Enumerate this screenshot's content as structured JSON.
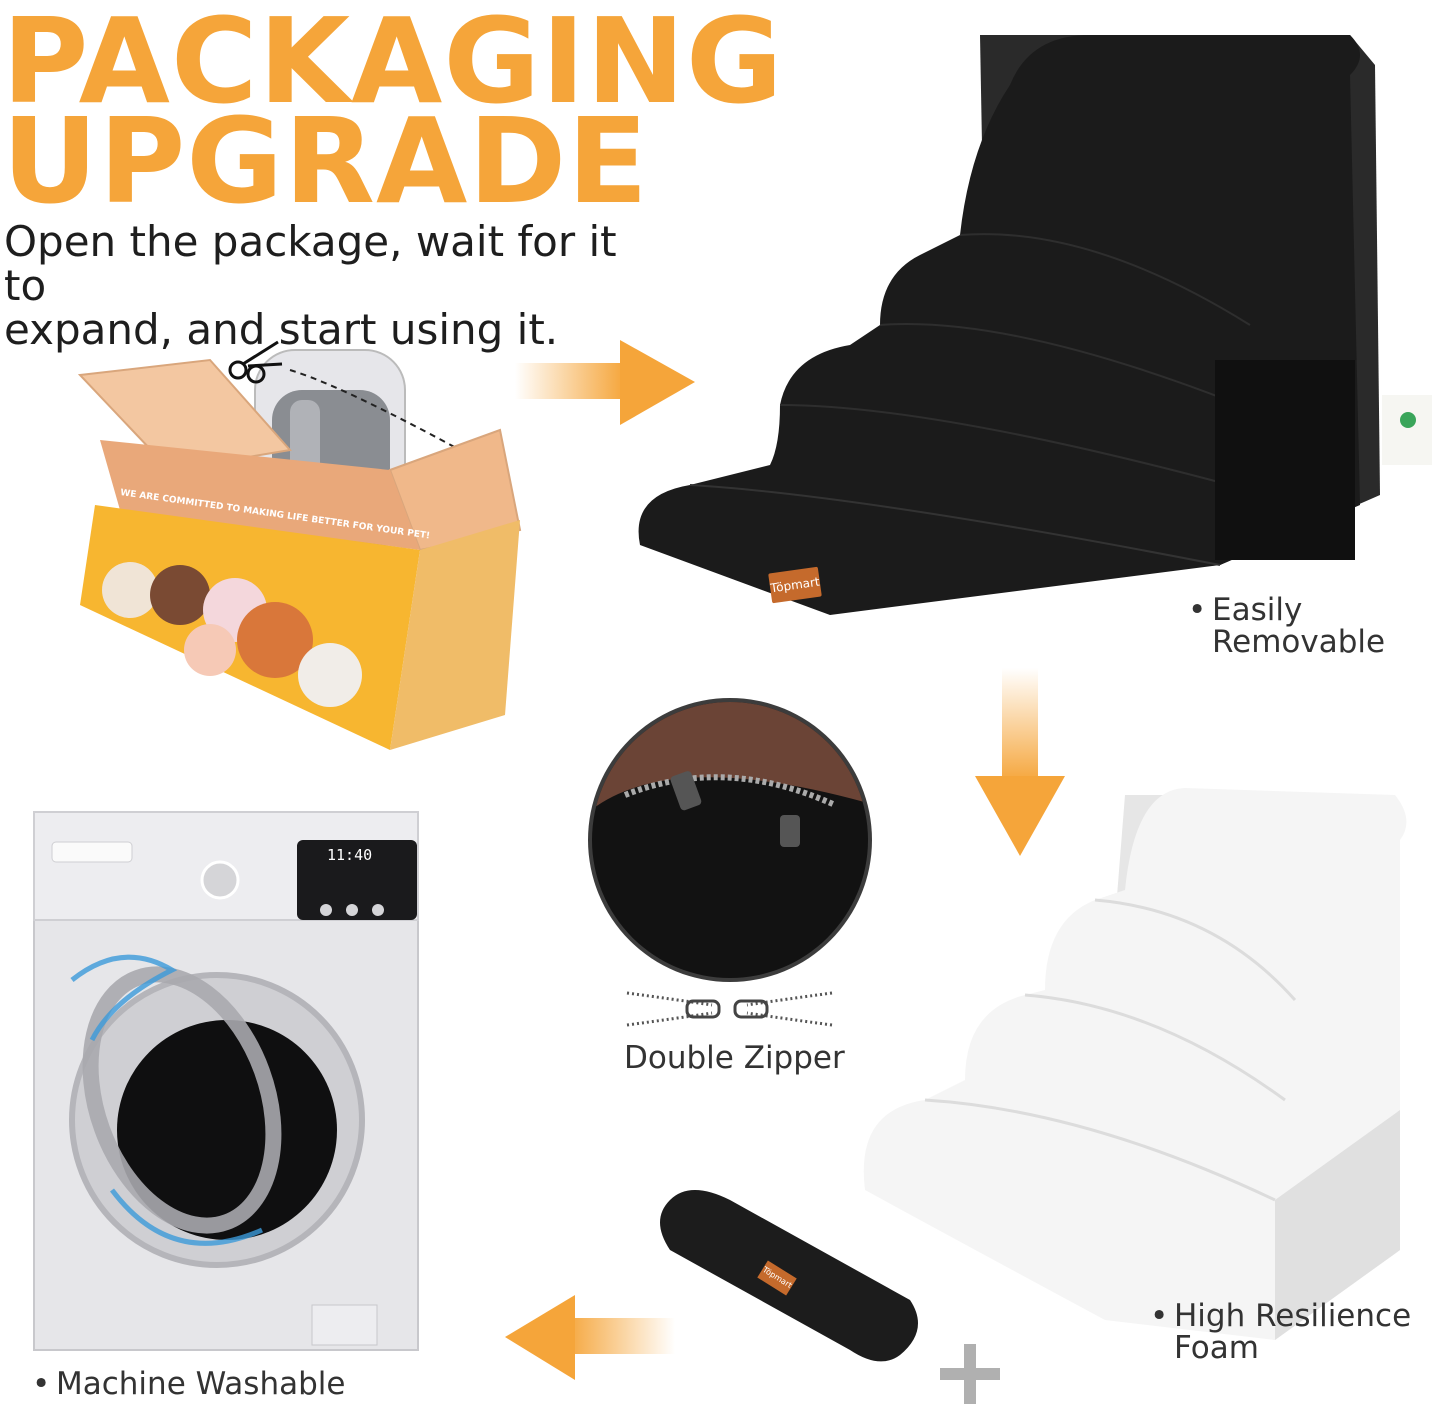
{
  "headline": {
    "line1": "PACKAGING",
    "line2": "UPGRADE"
  },
  "subtitle": {
    "line1": "Open the package, wait for it to",
    "line2": "expand, and start using it."
  },
  "brand": {
    "logo_text": "Töpmart"
  },
  "box": {
    "slogan": "WE ARE COMMITTED TO MAKING LIFE BETTER FOR YOUR PET!"
  },
  "washer": {
    "clock": "11:40"
  },
  "features": {
    "removable": {
      "bullet": "•",
      "line1": "Easily",
      "line2": "Removable"
    },
    "zipper": {
      "label": "Double Zipper"
    },
    "foam": {
      "bullet": "•",
      "line1": "High Resilience",
      "line2": "Foam"
    },
    "washable": {
      "bullet": "•",
      "label": "Machine Washable"
    }
  },
  "icons": [
    "scissors-icon",
    "arrow-right-icon",
    "arrow-down-icon",
    "arrow-left-icon",
    "zipper-icon",
    "plus-icon"
  ],
  "colors": {
    "accent": "#f5a53a",
    "stairs_cover": "#1c1c1c",
    "foam": "#f3f3f3",
    "box": "#f7b630"
  }
}
